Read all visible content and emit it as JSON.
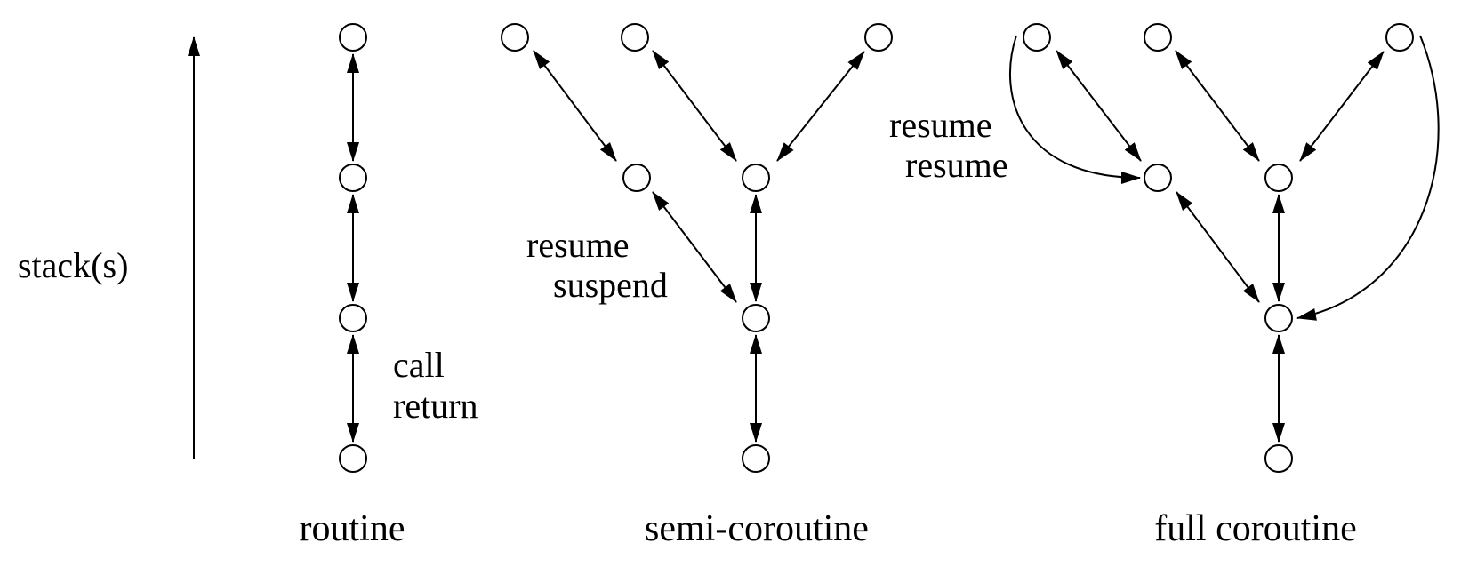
{
  "axis": {
    "label": "stack(s)"
  },
  "routine": {
    "caption": "routine",
    "annotation_line1": "call",
    "annotation_line2": "return"
  },
  "semi_coroutine": {
    "caption": "semi-coroutine",
    "annotation_line1": "resume",
    "annotation_line2": "suspend"
  },
  "full_coroutine": {
    "caption": "full coroutine",
    "annotation_line1": "resume",
    "annotation_line2": "resume"
  },
  "colors": {
    "ink": "#000000",
    "background": "#ffffff"
  }
}
